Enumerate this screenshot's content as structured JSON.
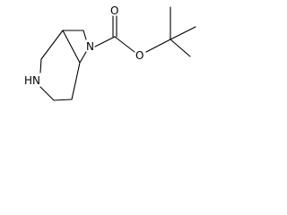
{
  "molecule": {
    "labels": {
      "ring_nitrogen": "N",
      "amine": "HN",
      "carbonyl_oxygen": "O",
      "ester_oxygen": "O"
    },
    "colors": {
      "bond": "#000000",
      "text": "#000000",
      "background": "#ffffff"
    }
  }
}
